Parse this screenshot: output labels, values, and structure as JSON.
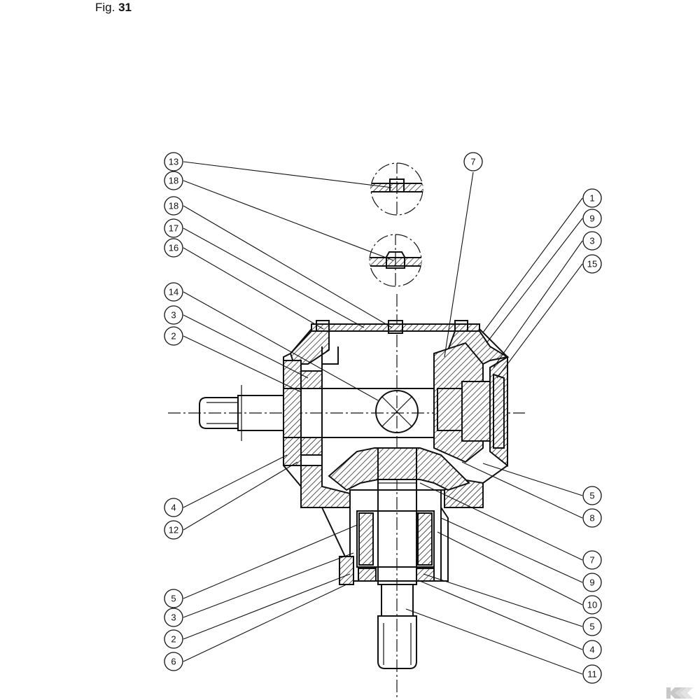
{
  "figure": {
    "prefix": "Fig.",
    "number": "31"
  },
  "callouts": {
    "left": [
      "13",
      "18",
      "18",
      "17",
      "16",
      "14",
      "3",
      "2",
      "4",
      "12",
      "5",
      "3",
      "2",
      "6"
    ],
    "top": [
      "7"
    ],
    "right_upper": [
      "1",
      "9",
      "3",
      "15"
    ],
    "right_lower": [
      "5",
      "8",
      "7",
      "9",
      "10",
      "5",
      "4",
      "11"
    ]
  },
  "colors": {
    "line": "#111111",
    "background": "#ffffff",
    "logo": "#c8c8c8"
  },
  "logo": {
    "icon": "brand-k-icon"
  }
}
